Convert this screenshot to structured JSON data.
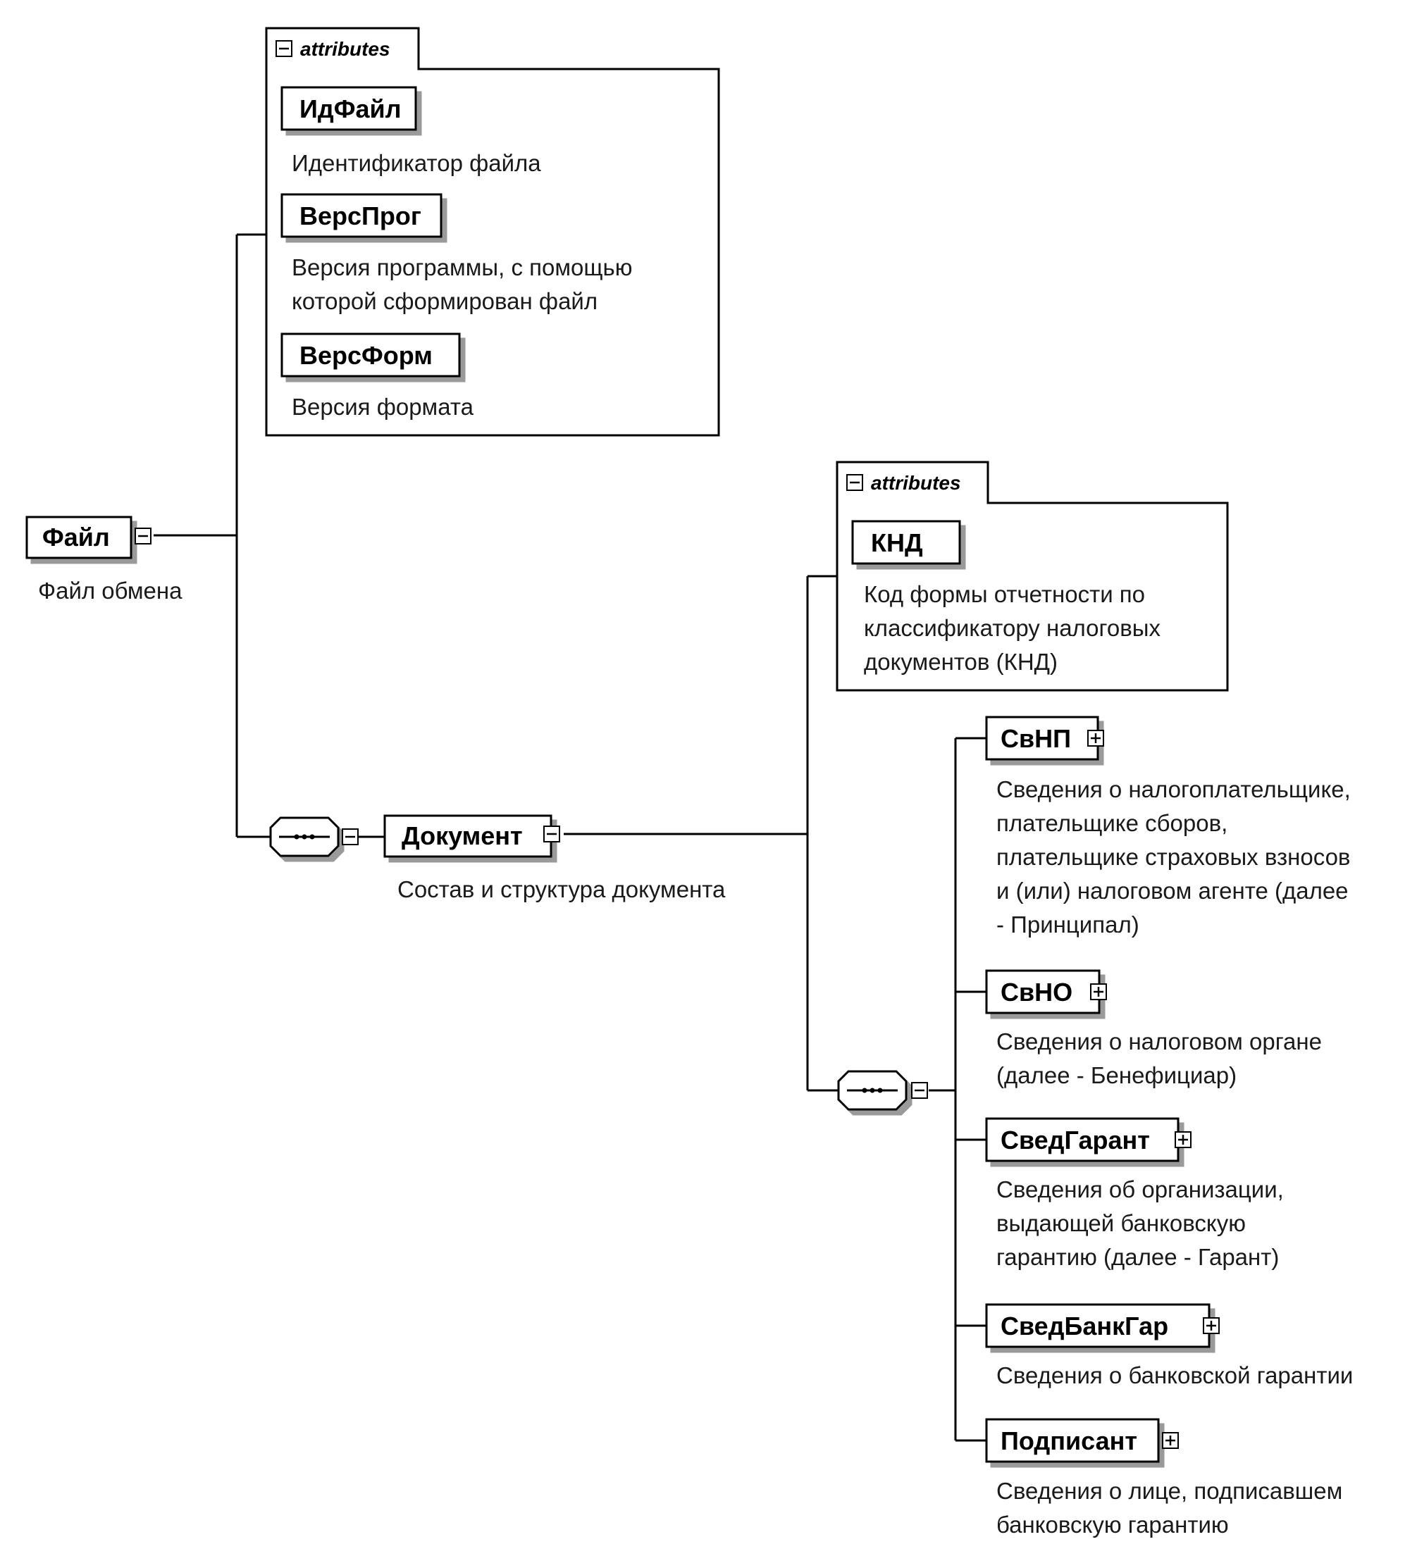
{
  "root": {
    "name": "Файл",
    "desc": "Файл обмена"
  },
  "file_attributes": {
    "label": "attributes",
    "items": [
      {
        "name": "ИдФайл",
        "desc": [
          "Идентификатор файла"
        ]
      },
      {
        "name": "ВерсПрог",
        "desc": [
          "Версия программы, с помощью",
          "которой сформирован файл"
        ]
      },
      {
        "name": "ВерсФорм",
        "desc": [
          "Версия формата"
        ]
      }
    ]
  },
  "document": {
    "name": "Документ",
    "desc": "Состав и структура документа"
  },
  "doc_attributes": {
    "label": "attributes",
    "items": [
      {
        "name": "КНД",
        "desc": [
          "Код формы отчетности по",
          "классификатору налоговых",
          "документов (КНД)"
        ]
      }
    ]
  },
  "doc_children": [
    {
      "name": "СвНП",
      "desc": [
        "Сведения о налогоплательщике,",
        "плательщике сборов,",
        "плательщике страховых взносов",
        "и (или) налоговом агенте (далее",
        "- Принципал)"
      ]
    },
    {
      "name": "СвНО",
      "desc": [
        "Сведения о налоговом органе",
        "(далее - Бенефициар)"
      ]
    },
    {
      "name": "СведГарант",
      "desc": [
        "Сведения об организации,",
        "выдающей банковскую",
        "гарантию (далее - Гарант)"
      ]
    },
    {
      "name": "СведБанкГар",
      "desc": [
        "Сведения о банковской гарантии"
      ]
    },
    {
      "name": "Подписант",
      "desc": [
        "Сведения о лице, подписавшем",
        "банковскую гарантию"
      ]
    }
  ]
}
